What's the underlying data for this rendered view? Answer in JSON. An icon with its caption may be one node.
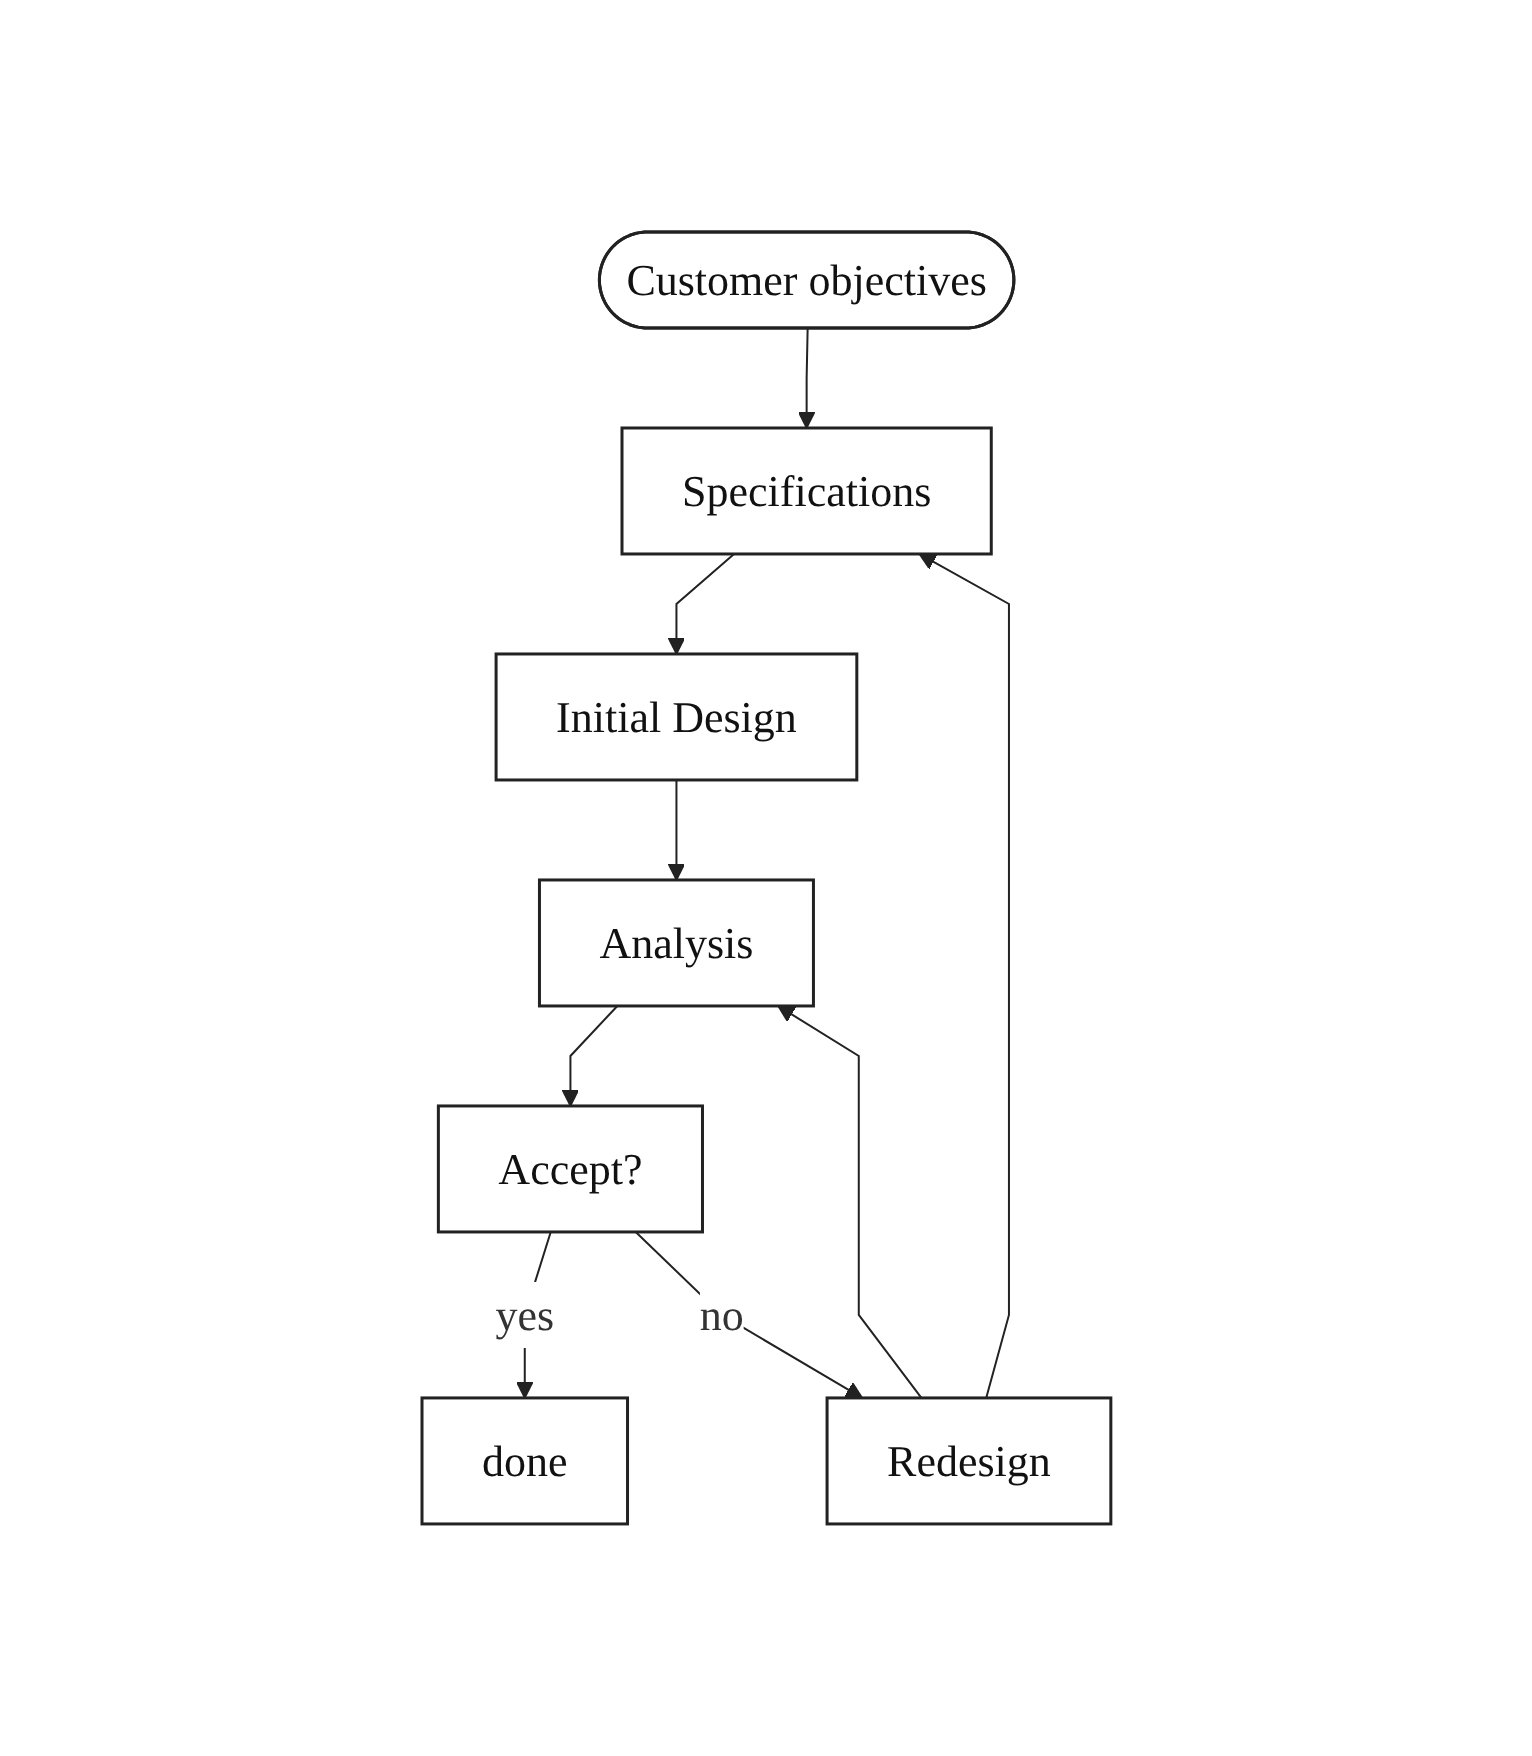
{
  "diagram": {
    "nodes": [
      {
        "text": [
          "Customer objectives"
        ]
      },
      {
        "text": [
          "Specifications"
        ]
      },
      {
        "text": [
          "Initial Design"
        ]
      },
      {
        "text": [
          "Analysis"
        ]
      },
      {
        "text": [
          "Accept?"
        ]
      },
      {
        "text": [
          "done"
        ]
      },
      {
        "text": [
          "Redesign"
        ]
      }
    ],
    "edges": [
      {
        "from": 0,
        "to": 1,
        "arrow": "to"
      },
      {
        "from": 1,
        "to": 2,
        "arrow": "to"
      },
      {
        "from": 2,
        "to": 3,
        "arrow": "to"
      },
      {
        "from": 3,
        "to": 4,
        "arrow": "to"
      },
      {
        "from": 4,
        "to": 5,
        "label": "yes",
        "arrow": "to"
      },
      {
        "from": 4,
        "to": 6,
        "label": "no",
        "arrow": "to"
      },
      {
        "from": 6,
        "to": 3,
        "arrow": "to"
      },
      {
        "from": 6,
        "to": 1,
        "arrow": "to"
      }
    ]
  }
}
